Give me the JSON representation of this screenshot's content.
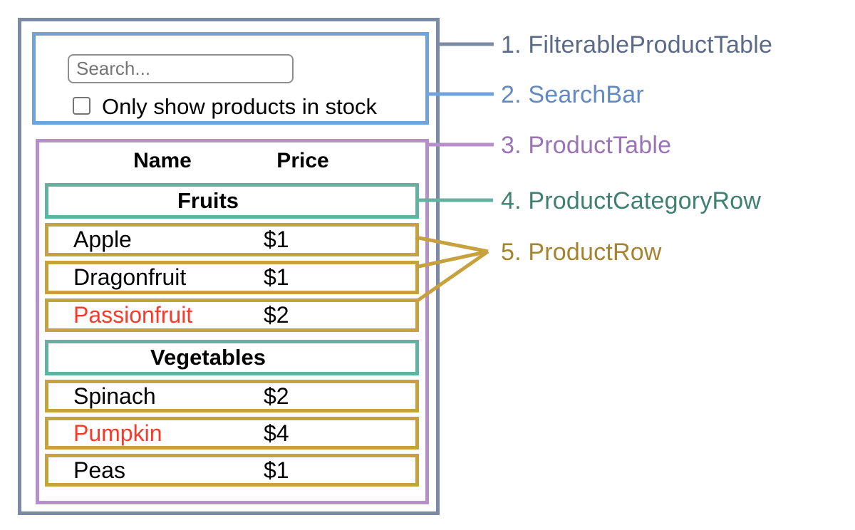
{
  "search_bar": {
    "placeholder": "Search...",
    "checkbox_label": "Only show products in stock",
    "checkbox_checked": false
  },
  "product_table": {
    "headers": {
      "name": "Name",
      "price": "Price"
    },
    "sections": [
      {
        "category": "Fruits",
        "rows": [
          {
            "name": "Apple",
            "price": "$1",
            "highlighted": false
          },
          {
            "name": "Dragonfruit",
            "price": "$1",
            "highlighted": false
          },
          {
            "name": "Passionfruit",
            "price": "$2",
            "highlighted": true
          }
        ]
      },
      {
        "category": "Vegetables",
        "rows": [
          {
            "name": "Spinach",
            "price": "$2",
            "highlighted": false
          },
          {
            "name": "Pumpkin",
            "price": "$4",
            "highlighted": true
          },
          {
            "name": "Peas",
            "price": "$1",
            "highlighted": false
          }
        ]
      }
    ]
  },
  "annotations": [
    {
      "label": "1. FilterableProductTable",
      "color": "#5b6a87"
    },
    {
      "label": "2. SearchBar",
      "color": "#6189c2"
    },
    {
      "label": "3. ProductTable",
      "color": "#9b73b7"
    },
    {
      "label": "4. ProductCategoryRow",
      "color": "#3f8070"
    },
    {
      "label": "5. ProductRow",
      "color": "#a6832f"
    }
  ],
  "colors": {
    "outer_border": "#7b8aa5",
    "searchbar_border": "#70a3dc",
    "product_table_border": "#b78fcb",
    "category_border": "#5fb3a0",
    "product_row_border": "#c6a13e",
    "highlight_text": "#f83a28"
  }
}
